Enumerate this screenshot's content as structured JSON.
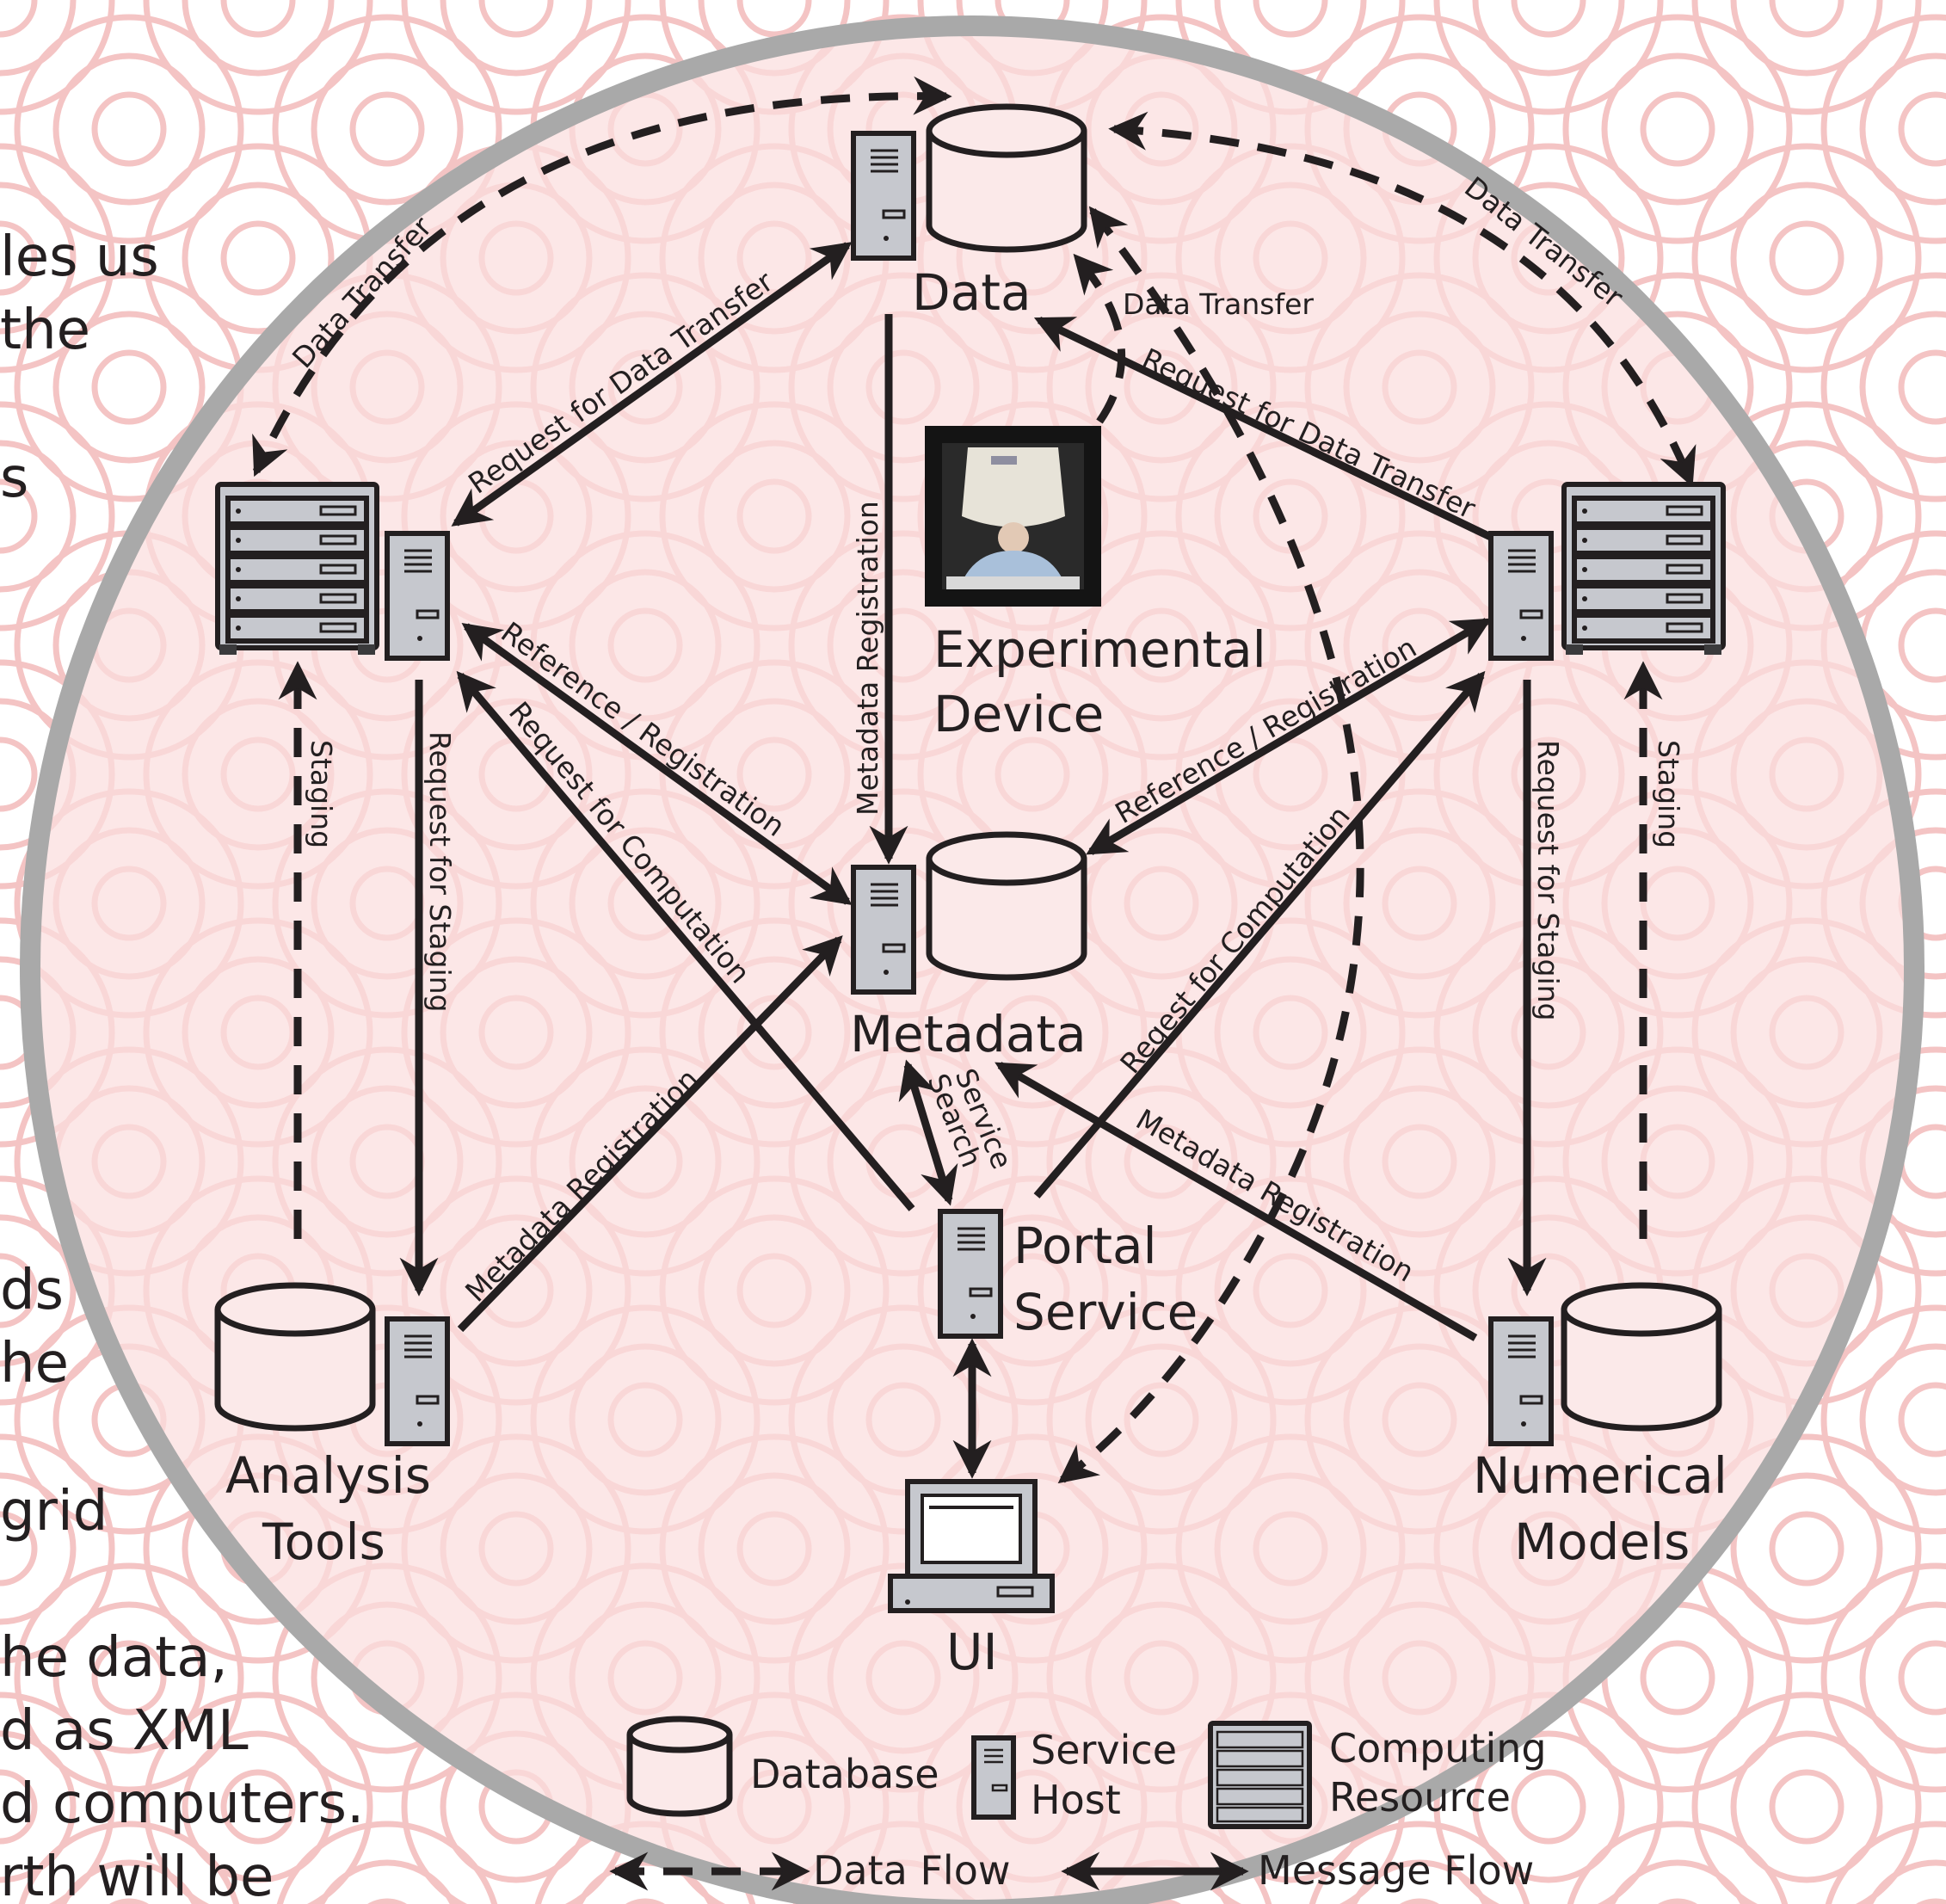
{
  "nodes": {
    "data": "Data",
    "experimental_device": [
      "Experimental",
      "Device"
    ],
    "metadata": "Metadata",
    "portal_service": [
      "Portal",
      "Service"
    ],
    "ui": "UI",
    "analysis_tools": [
      "Analysis",
      "Tools"
    ],
    "numerical_models": [
      "Numerical",
      "Models"
    ]
  },
  "edges": {
    "data_transfer_left": "Data Transfer",
    "data_transfer_right": "Data Transfer",
    "data_transfer_center": "Data Transfer",
    "request_data_transfer_left": "Request for Data Transfer",
    "request_data_transfer_right": "Request for Data Transfer",
    "metadata_registration_center": "Metadata Registration",
    "reference_registration_left": "Reference / Registration",
    "reference_registration_right": "Reference / Registration",
    "request_computation_left": "Request for Computation",
    "request_computation_right": "Reqest for Computation",
    "staging_left": "Staging",
    "staging_right": "Staging",
    "request_staging_left": "Request for Staging",
    "request_staging_right": "Request for Staging",
    "metadata_registration_left": "Metadata Registration",
    "metadata_registration_right": "Metadata Registration",
    "service_search": [
      "Service",
      "Search"
    ]
  },
  "legend": {
    "database": "Database",
    "service_host": [
      "Service",
      "Host"
    ],
    "computing_resource": [
      "Computing",
      "Resource"
    ],
    "data_flow": "Data Flow",
    "message_flow": "Message Flow"
  },
  "side_text": [
    "les us",
    "the",
    "s",
    "ds",
    "he",
    "grid",
    "he data,",
    "d as XML",
    "d computers.",
    "rth will be"
  ]
}
